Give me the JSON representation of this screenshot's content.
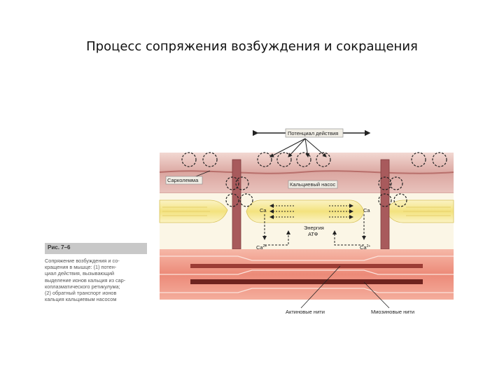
{
  "title": "Процесс сопряжения возбуждения и сокращения",
  "figure": {
    "label": "Рис. 7–6",
    "caption_lines": [
      "Сопряжение возбуждения и со-",
      "кращения в мышце: (1) потен-",
      "циал действия, вызывающий",
      "выделение ионов кальция из сар-",
      "коплазматического ретикулума;",
      "(2) обратный транспорт ионов",
      "кальция кальциевым насосом"
    ]
  },
  "diagram": {
    "action_potential": "Потенциал действия",
    "sarcolemma": "Сарколемма",
    "calcium_pump": "Кальциевый насос",
    "ca_left": "Ca",
    "ca_right": "Ca",
    "energy_line1": "Энергия",
    "energy_line2": "АТФ",
    "ca2_left": "Ca",
    "ca2_right": "Ca",
    "ca2_sup": "2+",
    "actin": "Актиновые нити",
    "myosin": "Миозиновые нити"
  },
  "colors": {
    "membrane": "#d8a6a2",
    "membrane_dark": "#b86f6b",
    "t_tubule": "#a85a5c",
    "reticulum": "#f5ea9a",
    "myofibril": "#ef8f7c",
    "filament": "#9c3c35"
  }
}
